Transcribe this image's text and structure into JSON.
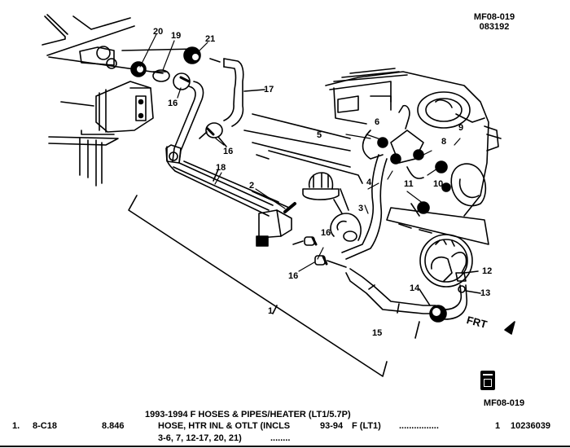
{
  "header": {
    "figure_code": "MF08-019",
    "figure_date": "083192"
  },
  "diagram": {
    "title": "Heater hoses and pipes exploded view",
    "callouts": [
      {
        "id": "1",
        "label": "1"
      },
      {
        "id": "2",
        "label": "2"
      },
      {
        "id": "3",
        "label": "3"
      },
      {
        "id": "4",
        "label": "4"
      },
      {
        "id": "5",
        "label": "5"
      },
      {
        "id": "6",
        "label": "6"
      },
      {
        "id": "8",
        "label": "8"
      },
      {
        "id": "9",
        "label": "9"
      },
      {
        "id": "10",
        "label": "10"
      },
      {
        "id": "11",
        "label": "11"
      },
      {
        "id": "12",
        "label": "12"
      },
      {
        "id": "13",
        "label": "13"
      },
      {
        "id": "14",
        "label": "14"
      },
      {
        "id": "15",
        "label": "15"
      },
      {
        "id": "16a",
        "label": "16"
      },
      {
        "id": "16b",
        "label": "16"
      },
      {
        "id": "16c",
        "label": "16"
      },
      {
        "id": "16d",
        "label": "16"
      },
      {
        "id": "17",
        "label": "17"
      },
      {
        "id": "18",
        "label": "18"
      },
      {
        "id": "19",
        "label": "19"
      },
      {
        "id": "20",
        "label": "20"
      },
      {
        "id": "21",
        "label": "21"
      }
    ],
    "front_arrow_label": "FRT",
    "icon": "manual-page-icon",
    "figure_code_bottom": "MF08-019"
  },
  "parts_list": {
    "section_title": "1993-1994 F HOSES & PIPES/HEATER (LT1/5.7P)",
    "rows": [
      {
        "item": "1.",
        "location": "8-C18",
        "group": "8.846",
        "description_line1": "HOSE, HTR INL & OTLT (INCLS",
        "description_line2": "3-6, 7, 12-17, 20, 21)",
        "dots_line2": "........",
        "years": "93-94",
        "model": "F (LT1)",
        "dots": "................",
        "qty": "1",
        "part_number": "10236039"
      }
    ]
  }
}
